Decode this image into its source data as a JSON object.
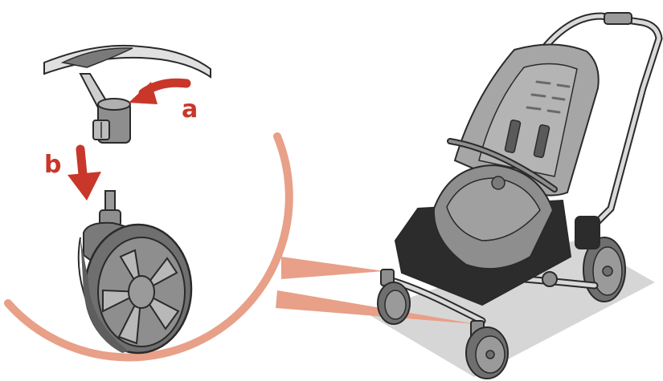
{
  "diagram": {
    "steps": [
      {
        "id": "a",
        "label": "a"
      },
      {
        "id": "b",
        "label": "b"
      }
    ],
    "colors": {
      "arrow": "#c8372a",
      "callout": "#e8a088",
      "outline": "#2a2a2a",
      "tyre": "#6f6f6f",
      "hub": "#8e8e8e",
      "frame": "#d9d9d9",
      "seat": "#a6a6a6",
      "seat_dark": "#7a7a7a",
      "ground_shadow": "#d6d6d6"
    },
    "icons": {
      "detail_wheel": "swivel-front-wheel",
      "detail_lock": "wheel-release-catch",
      "stroller": "pushchair-stroller"
    }
  }
}
